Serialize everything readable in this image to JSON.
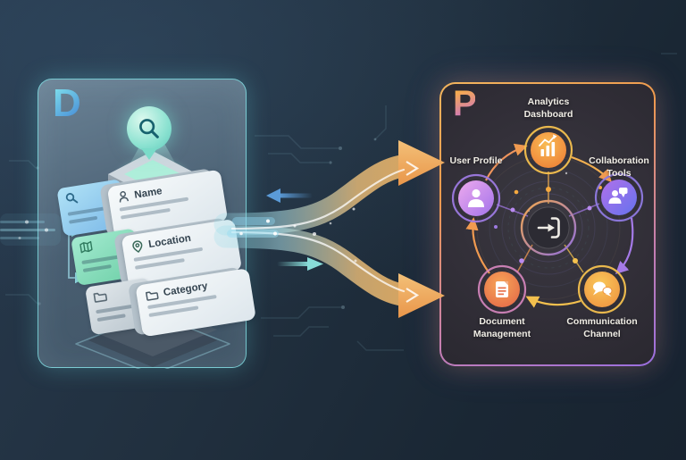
{
  "left_panel": {
    "logo": "D",
    "search_pin_icon": "magnifier-pin-icon",
    "cards": [
      {
        "label": "Name",
        "back_icon": "magnifier-icon",
        "front_icon": "person-icon"
      },
      {
        "label": "Location",
        "back_icon": "map-icon",
        "front_icon": "location-pin-icon"
      },
      {
        "label": "Category",
        "back_icon": "folder-icon",
        "front_icon": "folder-icon"
      }
    ]
  },
  "right_panel": {
    "logo": "P",
    "hub_icon": "import-transfer-icon",
    "nodes": [
      {
        "label": "Analytics Dashboard",
        "icon": "bar-chart-icon"
      },
      {
        "label": "User Profile",
        "icon": "person-icon"
      },
      {
        "label": "Collaboration Tools",
        "icon": "people-chat-icon"
      },
      {
        "label": "Document Management",
        "icon": "document-icon"
      },
      {
        "label": "Communication Channel",
        "icon": "chat-bubbles-icon"
      }
    ]
  },
  "flow": {
    "direction": "left-to-right",
    "fork_branches": 2
  },
  "colors": {
    "background": "#1f2d3d",
    "left_panel_border": "#82e1e6",
    "right_panel_border_top": "#f2b55e",
    "right_panel_border_bottom": "#9a6fe0",
    "accent_teal": "#7fd8d8",
    "accent_orange": "#f0a04e",
    "accent_yellow": "#f3c04e",
    "accent_purple": "#a57ae8",
    "node_analytics": "#ee7f36",
    "node_user": "#a273ea",
    "node_collaboration": "#6573ee",
    "node_document": "#e56b48",
    "node_communication": "#ef9440"
  }
}
